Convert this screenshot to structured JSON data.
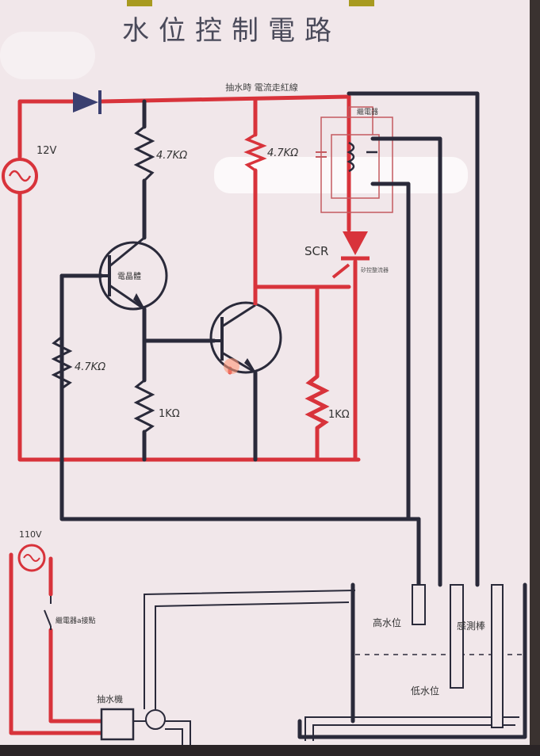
{
  "title": "水位控制電路",
  "subtitle": "抽水時 電流走紅線",
  "labels": {
    "dc_source": "12V",
    "ac_source": "110V",
    "r_top_left": "4.7KΩ",
    "r_top_mid": "4.7KΩ",
    "r_left": "4.7KΩ",
    "r_bottom_left": "1KΩ",
    "r_bottom_right": "1KΩ",
    "transistor_1": "電晶體",
    "scr": "SCR",
    "scr_desc": "矽控整流器",
    "relay_top": "繼電器",
    "relay_contact": "繼電器a接點",
    "pump": "抽水機",
    "high_level": "高水位",
    "sensing_rod": "感測棒",
    "low_level": "低水位"
  },
  "colors": {
    "board": "#f1e7ea",
    "red_wire": "#d8333b",
    "dark_wire": "#2a2a3a",
    "diode": "#3a3f70"
  }
}
